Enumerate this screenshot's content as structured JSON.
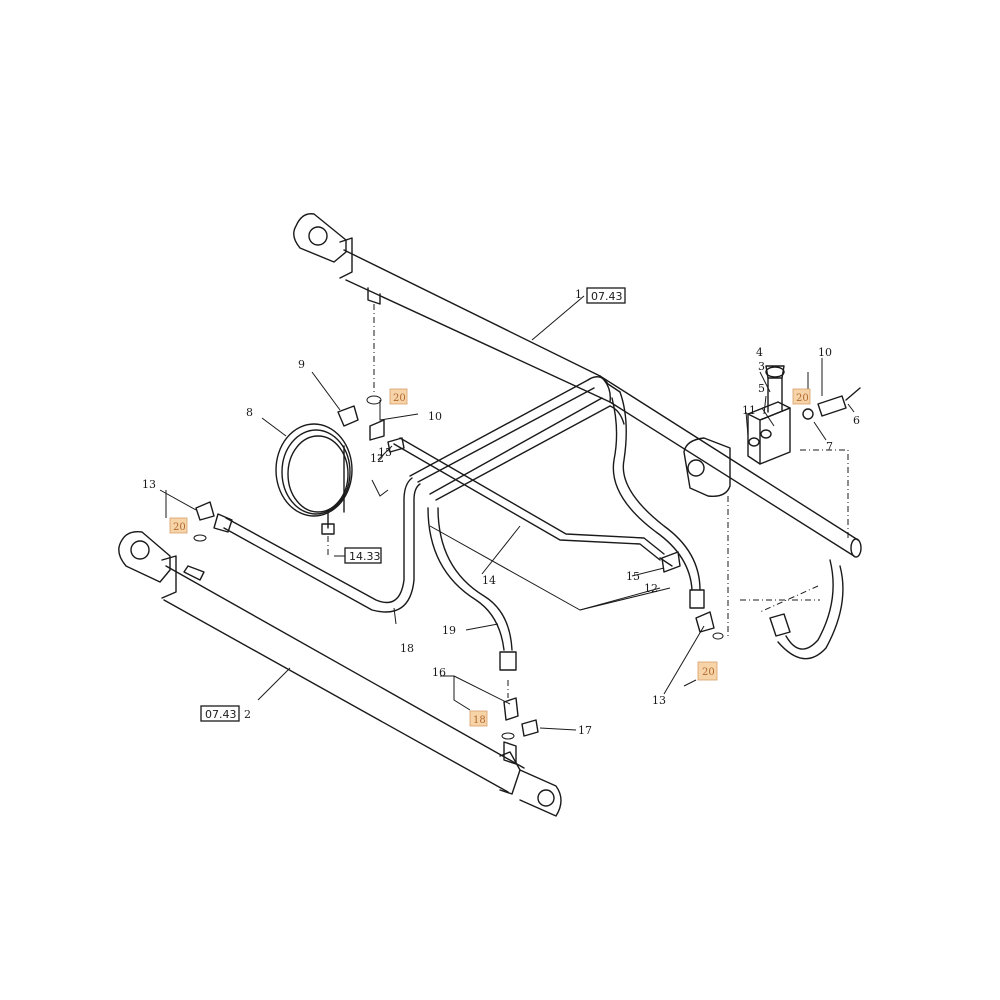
{
  "references": {
    "top_cylinder": "07.43",
    "bottom_cylinder": "07.43",
    "coil": "14.33"
  },
  "callouts": {
    "c1": "1",
    "c2": "2",
    "c3": "3",
    "c4": "4",
    "c5": "5",
    "c6": "6",
    "c7": "7",
    "c8": "8",
    "c9": "9",
    "c10a": "10",
    "c10b": "10",
    "c11": "11",
    "c12a": "12",
    "c12b": "12",
    "c13a": "13",
    "c13b": "13",
    "c14": "14",
    "c15a": "15",
    "c15b": "15",
    "c16": "16",
    "c17": "17",
    "c18": "18",
    "c19": "19"
  },
  "highlighted_callouts": {
    "h20a": "20",
    "h20b": "20",
    "h20c": "20",
    "h20d": "20",
    "h18": "18"
  },
  "colors": {
    "highlight": "#f7d3a8",
    "line": "#1a1a1a"
  }
}
